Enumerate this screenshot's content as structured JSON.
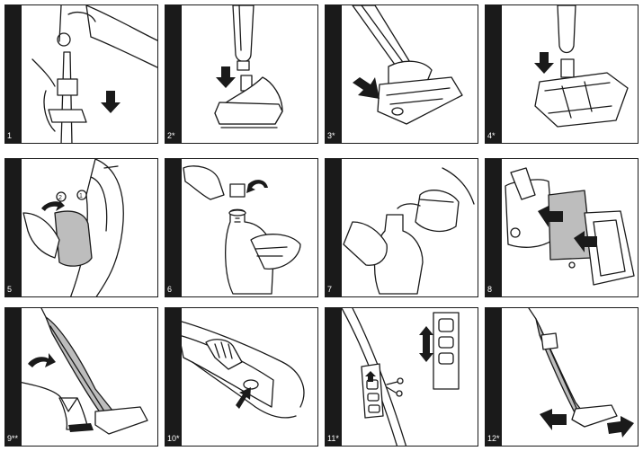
{
  "steps": [
    {
      "number": "1"
    },
    {
      "number": "2*"
    },
    {
      "number": "3*"
    },
    {
      "number": "4*"
    },
    {
      "number": "5"
    },
    {
      "number": "6"
    },
    {
      "number": "7"
    },
    {
      "number": "8"
    },
    {
      "number": "9**"
    },
    {
      "number": "10*"
    },
    {
      "number": "11*"
    },
    {
      "number": "12*"
    }
  ],
  "callouts": {
    "step5_first": "1",
    "step5_second": "2"
  },
  "colors": {
    "ink": "#1a1a1a",
    "fill": "#bdbdbd",
    "paper": "#ffffff"
  }
}
